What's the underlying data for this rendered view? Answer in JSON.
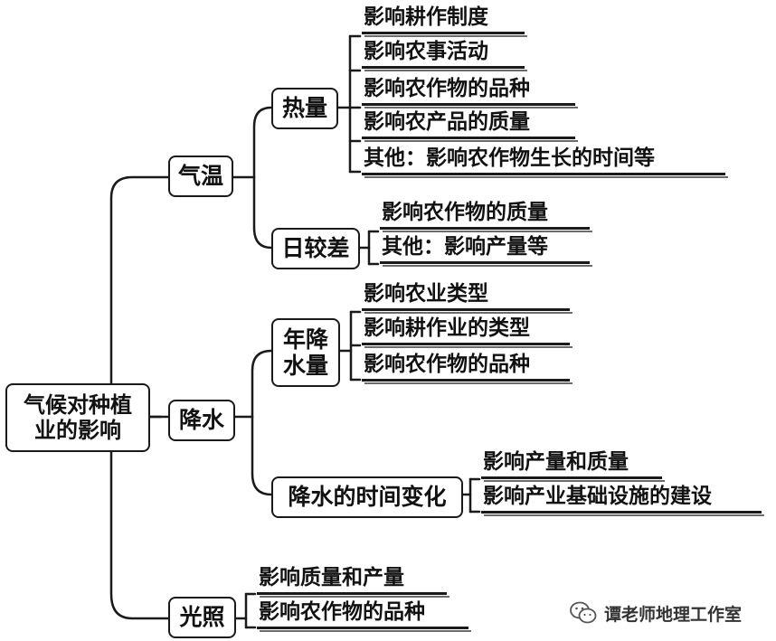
{
  "root": {
    "label": "气候对种植业的影响"
  },
  "branches": [
    {
      "label": "气温",
      "children": [
        {
          "label": "热量",
          "items": [
            "影响耕作制度",
            "影响农事活动",
            "影响农作物的品种",
            "影响农产品的质量",
            "其他：影响农作物生长的时间等"
          ]
        },
        {
          "label": "日较差",
          "items": [
            "影响农作物的质量",
            "其他：影响产量等"
          ]
        }
      ]
    },
    {
      "label": "降水",
      "children": [
        {
          "label": "年降水量",
          "items": [
            "影响农业类型",
            "影响耕作业的类型",
            "影响农作物的品种"
          ]
        },
        {
          "label": "降水的时间变化",
          "items": [
            "影响产量和质量",
            "影响产业基础设施的建设"
          ]
        }
      ]
    },
    {
      "label": "光照",
      "items": [
        "影响质量和产量",
        "影响农作物的品种"
      ]
    }
  ],
  "watermark": {
    "text": "谭老师地理工作室",
    "icon": "wechat-icon"
  }
}
